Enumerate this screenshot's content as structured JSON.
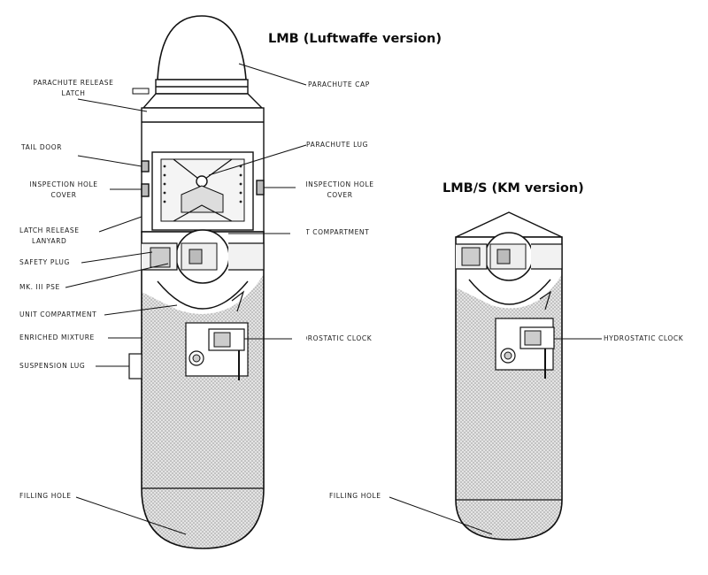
{
  "titles": {
    "lmb": "LMB (Luftwaffe version)",
    "lmbs": "LMB/S (KM version)"
  },
  "left_labels": {
    "parachute_release_latch_1": "PARACHUTE RELEASE",
    "parachute_release_latch_2": "LATCH",
    "tail_door": "TAIL DOOR",
    "inspection_hole_cover_1": "INSPECTION HOLE",
    "inspection_hole_cover_2": "COVER",
    "latch_release_lanyard_1": "LATCH RELEASE",
    "latch_release_lanyard_2": "LANYARD",
    "safety_plug": "SAFETY PLUG",
    "mk3_pse": "MK. III PSE",
    "unit_compartment": "UNIT COMPARTMENT",
    "enriched_mixture": "ENRICHED MIXTURE",
    "suspension_lug": "SUSPENSION LUG",
    "filling_hole": "FILLING HOLE"
  },
  "right_labels": {
    "parachute_cap": "PARACHUTE CAP",
    "parachute_lug": "PARACHUTE LUG",
    "inspection_hole_cover_1": "INSPECTION HOLE",
    "inspection_hole_cover_2": "COVER",
    "unit_compartment": "UNIT COMPARTMENT",
    "hydrostatic_clock": "HYDROSTATIC CLOCK"
  },
  "lmbs_labels": {
    "hydrostatic_clock": "HYDROSTATIC CLOCK",
    "filling_hole": "FILLING HOLE"
  }
}
